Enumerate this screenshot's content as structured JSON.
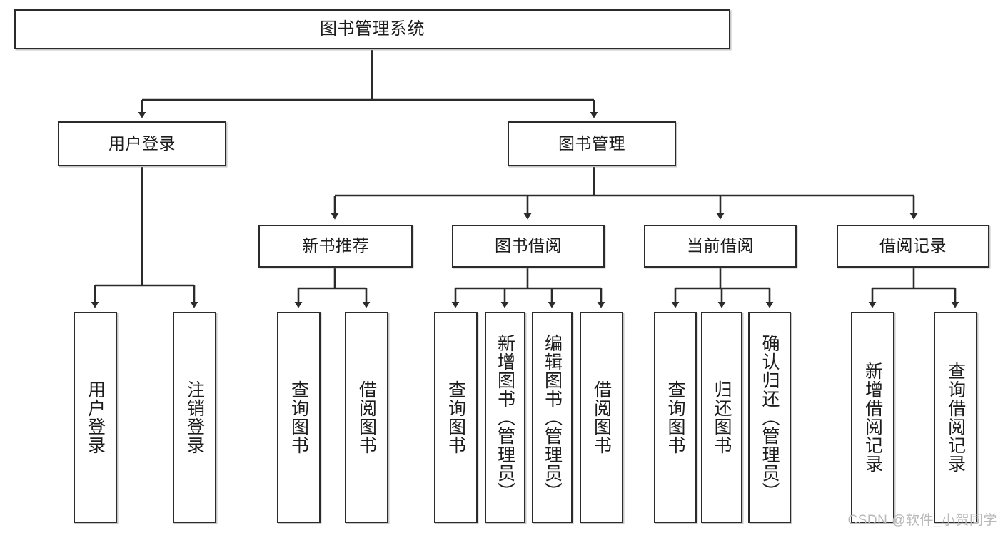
{
  "diagram": {
    "type": "tree-hierarchy-chart",
    "title": "图书管理系统",
    "line_color": "#2b2b2b",
    "box_fill": "#ffffff",
    "text_color": "#1c1c1c",
    "nodes": {
      "root": {
        "label": "图书管理系统"
      },
      "level2": [
        {
          "id": "user-login",
          "label": "用户登录"
        },
        {
          "id": "book-management",
          "label": "图书管理"
        }
      ],
      "level3": [
        {
          "id": "new-book-recommend",
          "label": "新书推荐"
        },
        {
          "id": "book-borrow",
          "label": "图书借阅"
        },
        {
          "id": "current-borrow",
          "label": "当前借阅"
        },
        {
          "id": "borrow-record",
          "label": "借阅记录"
        }
      ],
      "leaves": [
        {
          "id": "leaf-user-login",
          "label": "用户登录",
          "parent": "user-login"
        },
        {
          "id": "leaf-logout",
          "label": "注销登录",
          "parent": "user-login"
        },
        {
          "id": "leaf-query-book-1",
          "label": "查询图书",
          "parent": "new-book-recommend"
        },
        {
          "id": "leaf-borrow-book-1",
          "label": "借阅图书",
          "parent": "new-book-recommend"
        },
        {
          "id": "leaf-query-book-2",
          "label": "查询图书",
          "parent": "book-borrow"
        },
        {
          "id": "leaf-add-book",
          "label": "新增图书（管理员）",
          "parent": "book-borrow"
        },
        {
          "id": "leaf-edit-book",
          "label": "编辑图书（管理员）",
          "parent": "book-borrow"
        },
        {
          "id": "leaf-borrow-book-2",
          "label": "借阅图书",
          "parent": "book-borrow"
        },
        {
          "id": "leaf-query-book-3",
          "label": "查询图书",
          "parent": "current-borrow"
        },
        {
          "id": "leaf-return-book",
          "label": "归还图书",
          "parent": "current-borrow"
        },
        {
          "id": "leaf-confirm-return",
          "label": "确认归还（管理员）",
          "parent": "current-borrow"
        },
        {
          "id": "leaf-add-record",
          "label": "新增借阅记录",
          "parent": "borrow-record"
        },
        {
          "id": "leaf-query-record",
          "label": "查询借阅记录",
          "parent": "borrow-record"
        }
      ]
    }
  },
  "watermark": {
    "text": "CSDN @软件_小贺同学"
  }
}
